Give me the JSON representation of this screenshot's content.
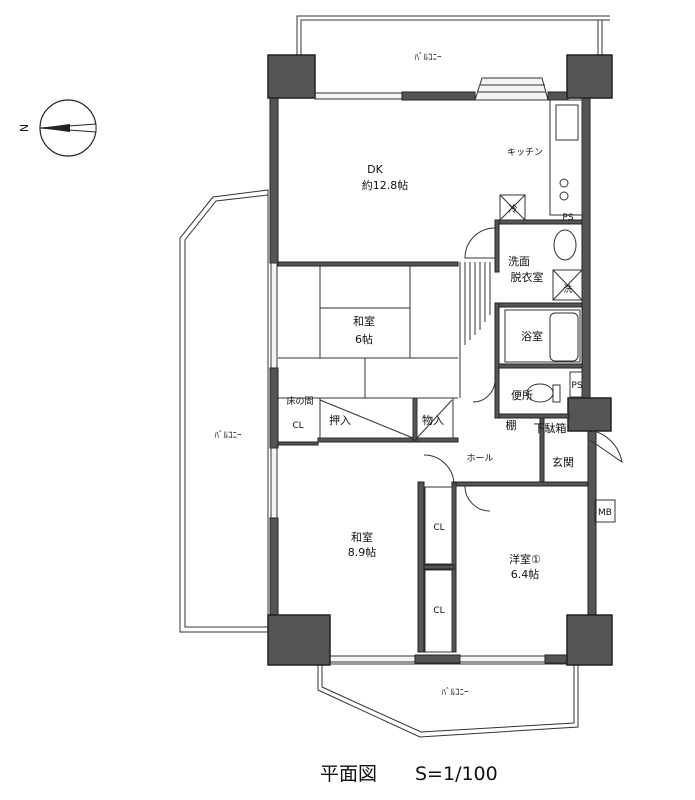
{
  "compass": {
    "north_label": "N"
  },
  "rooms": {
    "dk": {
      "name": "DK",
      "area": "約12.8帖"
    },
    "kitchen": "キッチン",
    "fridge": "冷",
    "ps_top": "PS",
    "washroom": {
      "line1": "洗面",
      "line2": "脱衣室"
    },
    "washer": "洗",
    "bath": "浴室",
    "toilet": "便所",
    "ps_mid": "PS",
    "shelf": "棚",
    "shoe_box": "下駄箱",
    "entrance": "玄関",
    "hall": "ホール",
    "washitsu6": {
      "name": "和室",
      "area": "6帖"
    },
    "tokonoma": "床の間",
    "cl_small": "CL",
    "oshiire": "押入",
    "monoire": "物入",
    "washitsu89": {
      "name": "和室",
      "area": "8.9帖"
    },
    "cl1": "CL",
    "cl2": "CL",
    "youshitsu": {
      "name": "洋室①",
      "area": "6.4帖"
    },
    "mb": "MB"
  },
  "balconies": {
    "top": "ﾊﾞﾙｺﾆｰ",
    "left": "ﾊﾞﾙｺﾆｰ",
    "bottom": "ﾊﾞﾙｺﾆｰ"
  },
  "footer": {
    "title": "平面図",
    "scale": "S=1/100"
  }
}
